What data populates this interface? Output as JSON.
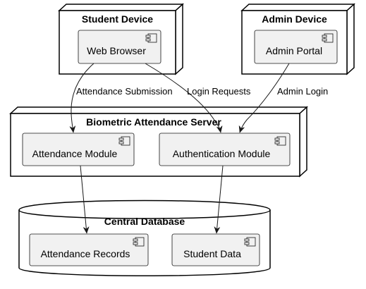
{
  "nodes": {
    "student_device": {
      "title": "Student Device",
      "components": {
        "web_browser": "Web Browser"
      }
    },
    "admin_device": {
      "title": "Admin Device",
      "components": {
        "admin_portal": "Admin Portal"
      }
    },
    "server": {
      "title": "Biometric Attendance Server",
      "components": {
        "attendance_module": "Attendance Module",
        "authentication_module": "Authentication Module"
      }
    },
    "database": {
      "title": "Central Database",
      "components": {
        "attendance_records": "Attendance Records",
        "student_data": "Student Data"
      }
    }
  },
  "edges": {
    "attendance_submission": "Attendance Submission",
    "login_requests": "Login Requests",
    "admin_login": "Admin Login"
  }
}
